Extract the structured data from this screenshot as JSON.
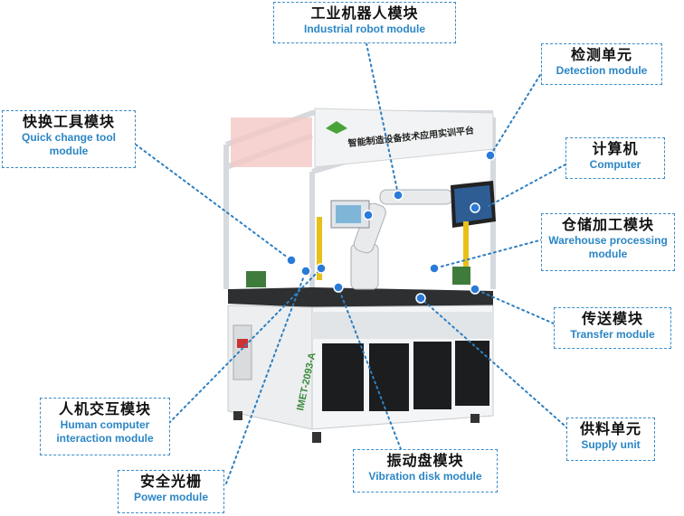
{
  "colors": {
    "accent": "#2b86c5",
    "leader_line": "#2e7fc0",
    "marker": "#2a7ad9",
    "frame": "#dfe3e6",
    "banner_logo": "#4aa33a"
  },
  "machine": {
    "banner_text": "智能制造设备技术应用实训平台",
    "side_model_text": "IMET-2093-A"
  },
  "labels": [
    {
      "id": "industrial-robot",
      "zh": "工业机器人模块",
      "en": "Industrial robot module"
    },
    {
      "id": "detection",
      "zh": "检测单元",
      "en": "Detection module"
    },
    {
      "id": "quick-change",
      "zh": "快换工具模块",
      "en": "Quick change tool module"
    },
    {
      "id": "computer",
      "zh": "计算机",
      "en": "Computer"
    },
    {
      "id": "warehouse",
      "zh": "仓储加工模块",
      "en": "Warehouse processing module"
    },
    {
      "id": "transfer",
      "zh": "传送模块",
      "en": "Transfer module"
    },
    {
      "id": "hmi",
      "zh": "人机交互模块",
      "en": "Human computer interaction module"
    },
    {
      "id": "supply",
      "zh": "供料单元",
      "en": "Supply unit"
    },
    {
      "id": "vibration",
      "zh": "振动盘模块",
      "en": "Vibration disk module"
    },
    {
      "id": "safety",
      "zh": "安全光栅",
      "en": "Power module"
    }
  ]
}
